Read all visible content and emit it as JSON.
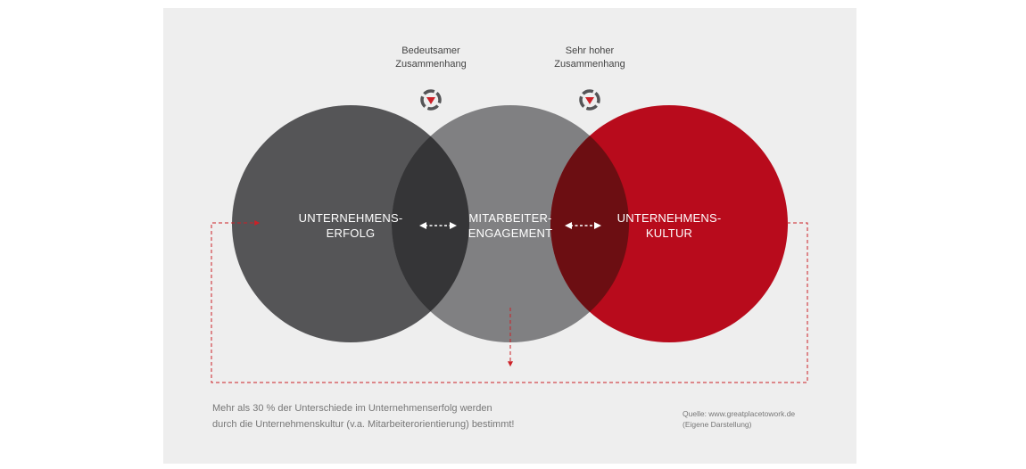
{
  "colors": {
    "panel_background": "#eeeeee",
    "circle_dark": "#555557",
    "circle_mid": "#808082",
    "circle_red": "#b80b1c",
    "overlap_dark": "#353537",
    "overlap_red": "#6c0e12",
    "accent_red": "#cc2027",
    "arrow_white": "#ffffff"
  },
  "circles": [
    {
      "id": "unternehmenserfolg",
      "lines": [
        "UNTERNEHMENS-",
        "ERFOLG"
      ]
    },
    {
      "id": "mitarbeiterengagement",
      "lines": [
        "MITARBEITER-",
        "ENGAGEMENT"
      ]
    },
    {
      "id": "unternehmenskultur",
      "lines": [
        "UNTERNEHMENS-",
        "KULTUR"
      ]
    }
  ],
  "relations": [
    {
      "lines": [
        "Bedeutsamer",
        "Zusammenhang"
      ],
      "icon": "lifebuoy-down-arrow-icon"
    },
    {
      "lines": [
        "Sehr hoher",
        "Zusammenhang"
      ],
      "icon": "lifebuoy-down-arrow-icon"
    }
  ],
  "caption": {
    "lines": [
      "Mehr als 30 % der Unterschiede im Unternehmenserfolg werden",
      "durch die Unternehmenskultur (v.a. Mitarbeiterorientierung) bestimmt!"
    ]
  },
  "source": {
    "lines": [
      "Quelle: www.greatplacetowork.de",
      "(Eigene Darstellung)"
    ]
  }
}
